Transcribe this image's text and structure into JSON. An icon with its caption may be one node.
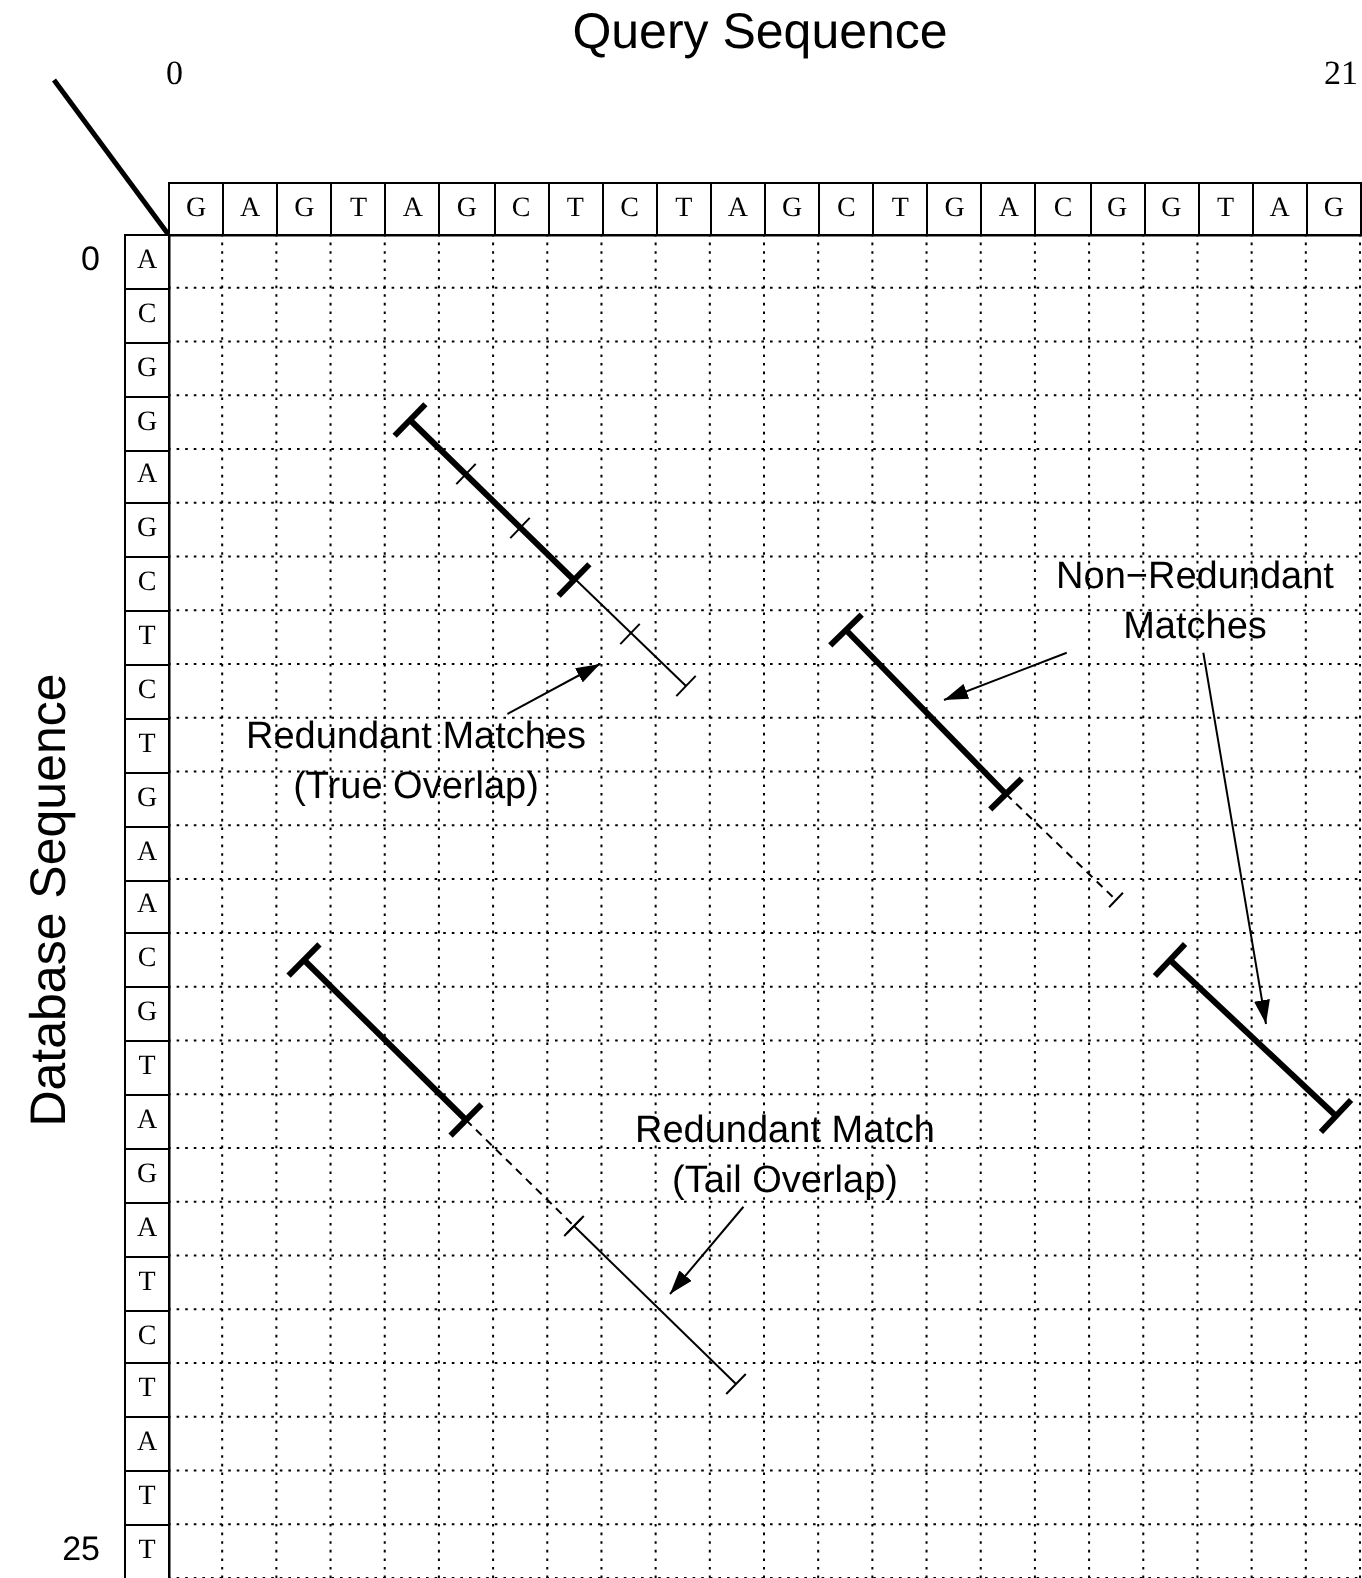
{
  "diagram": {
    "nodes": [
      {
        "text": [],
        "shape": "line"
      },
      {
        "text": [],
        "shape": "line"
      },
      {
        "text": [
          "Non−Redundant Matches"
        ]
      },
      {
        "text": [],
        "shape": "line"
      },
      {
        "text": [
          "Redundant Matches (True Overlap)"
        ]
      },
      {
        "text": [],
        "shape": "line"
      },
      {
        "text": [],
        "shape": "line"
      },
      {
        "text": [
          "Redundant Match (Tail Overlap)"
        ]
      },
      {
        "text": [],
        "shape": "line"
      }
    ],
    "edges": [
      {
        "from": 4,
        "to": 1,
        "arrow": "to"
      },
      {
        "from": 2,
        "to": 3,
        "arrow": "to"
      },
      {
        "from": 2,
        "to": 6,
        "arrow": "to"
      },
      {
        "from": 7,
        "to": 8,
        "arrow": "to"
      }
    ],
    "labels": [
      "Query Sequence",
      "0",
      "21",
      "G",
      "A",
      "G",
      "T",
      "A",
      "G",
      "C",
      "T",
      "C",
      "T",
      "A",
      "G",
      "C",
      "T",
      "G",
      "A",
      "C",
      "G",
      "G",
      "T",
      "A",
      "G",
      "Database Sequence",
      "0",
      "A",
      "C",
      "G",
      "G",
      "A",
      "G",
      "C",
      "T",
      "C",
      "T",
      "G",
      "A",
      "A",
      "C",
      "G",
      "T",
      "A",
      "G",
      "A",
      "T",
      "C",
      "T",
      "A",
      "T",
      "T",
      "25"
    ]
  }
}
